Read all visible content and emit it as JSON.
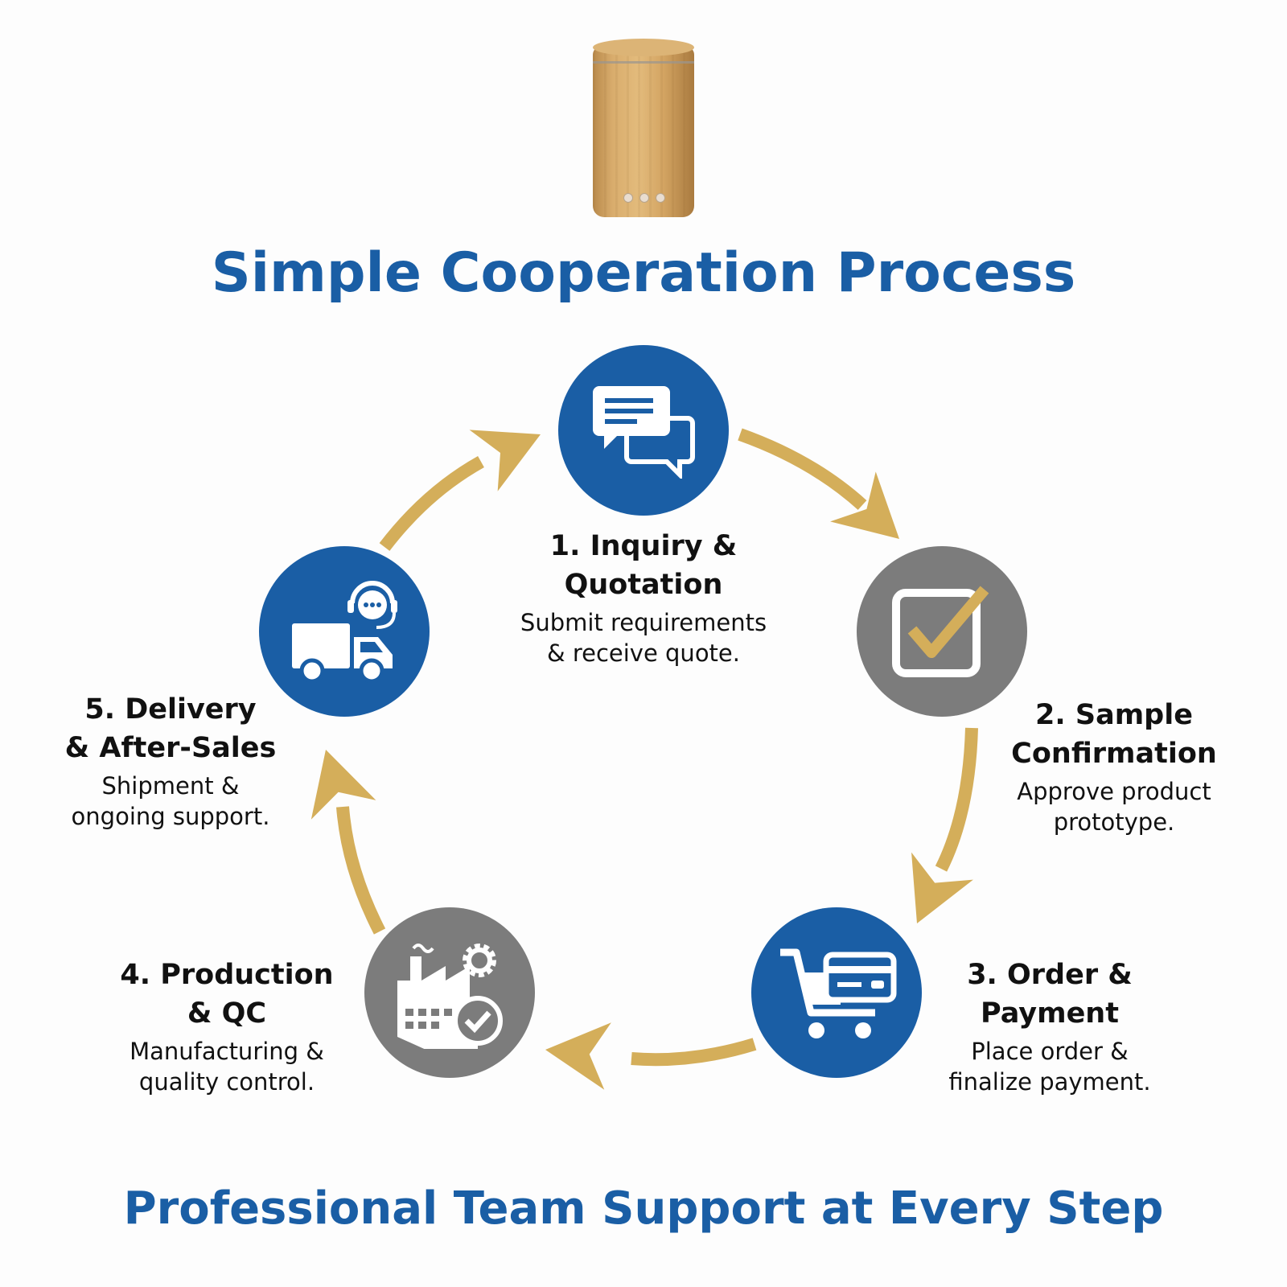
{
  "title": "Simple Cooperation Process",
  "footer": "Professional Team Support at Every Step",
  "colors": {
    "blue": "#1a5ea5",
    "gray": "#7c7c7c",
    "gold": "#d4ae5a"
  },
  "steps": [
    {
      "title_1": "1. Inquiry &",
      "title_2": "Quotation",
      "desc_1": "Submit requirements",
      "desc_2": "& receive quote.",
      "icon": "chat-bubbles-icon"
    },
    {
      "title_1": "2. Sample",
      "title_2": "Confirmation",
      "desc_1": "Approve product",
      "desc_2": "prototype.",
      "icon": "checkbox-icon"
    },
    {
      "title_1": "3. Order &",
      "title_2": "Payment",
      "desc_1": "Place order &",
      "desc_2": "finalize payment.",
      "icon": "cart-card-icon"
    },
    {
      "title_1": "4. Production",
      "title_2": "& QC",
      "desc_1": "Manufacturing &",
      "desc_2": "quality control.",
      "icon": "factory-gear-icon"
    },
    {
      "title_1": "5. Delivery",
      "title_2": "& After-Sales",
      "desc_1": "Shipment &",
      "desc_2": "ongoing support.",
      "icon": "truck-headset-icon"
    }
  ]
}
